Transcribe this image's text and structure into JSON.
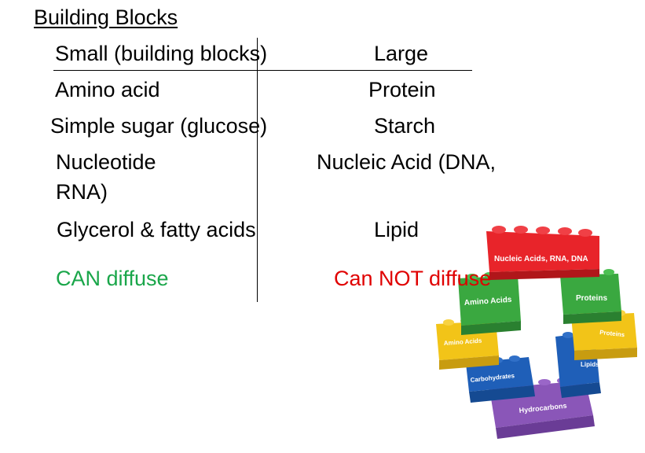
{
  "slide": {
    "title": "Building Blocks",
    "header_small": "Small (building blocks)",
    "header_large": "Large",
    "rows": [
      {
        "small": "Amino acid",
        "large": "Protein"
      },
      {
        "small": "Simple sugar (glucose)",
        "large": "Starch"
      },
      {
        "small": "Nucleotide",
        "large": "Nucleic Acid (DNA,"
      },
      {
        "small": "RNA)",
        "large": ""
      },
      {
        "small": "Glycerol & fatty acids",
        "large": "Lipid"
      }
    ],
    "diffuse_small": "CAN diffuse",
    "diffuse_large": "Can NOT diffuse",
    "colors": {
      "can": "#1aa64a",
      "cannot": "#e00000"
    }
  },
  "image": {
    "labels": {
      "red_top": "Nucleic Acids, RNA, DNA",
      "green": "Amino Acids",
      "green_right": "Proteins",
      "yellow_right": "Proteins",
      "yellow_left": "Amino Acids",
      "blue_right": "Lipids",
      "blue_left": "Carbohydrates",
      "purple": "Hydrocarbons"
    }
  }
}
